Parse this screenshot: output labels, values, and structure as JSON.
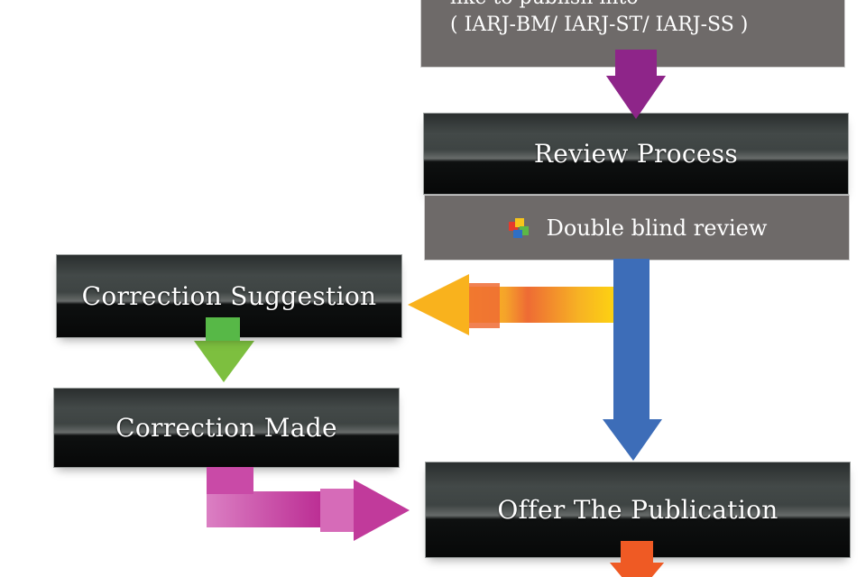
{
  "diagram": {
    "top_box": {
      "line1": "like to publish into",
      "line2": "( IARJ-BM/ IARJ-ST/ IARJ-SS )"
    },
    "review_box": {
      "label": "Review Process"
    },
    "review_detail": {
      "icon": "colored-cubes-icon",
      "label": "Double blind review"
    },
    "correction_suggestion": {
      "label": "Correction Suggestion"
    },
    "correction_made": {
      "label": "Correction Made"
    },
    "offer_box": {
      "label": "Offer The Publication"
    },
    "arrows": [
      {
        "from": "top_box",
        "to": "review_box",
        "color": "#8e2589"
      },
      {
        "from": "review_detail",
        "to": "correction_suggestion",
        "color": "#f7a21b"
      },
      {
        "from": "review_detail",
        "to": "offer_box",
        "color": "#3d6db8"
      },
      {
        "from": "correction_suggestion",
        "to": "correction_made",
        "color": "#57b847"
      },
      {
        "from": "correction_made",
        "to": "offer_box",
        "color": "#c94aa7"
      },
      {
        "from": "offer_box",
        "to": "next",
        "color": "#ef5a24"
      }
    ]
  }
}
